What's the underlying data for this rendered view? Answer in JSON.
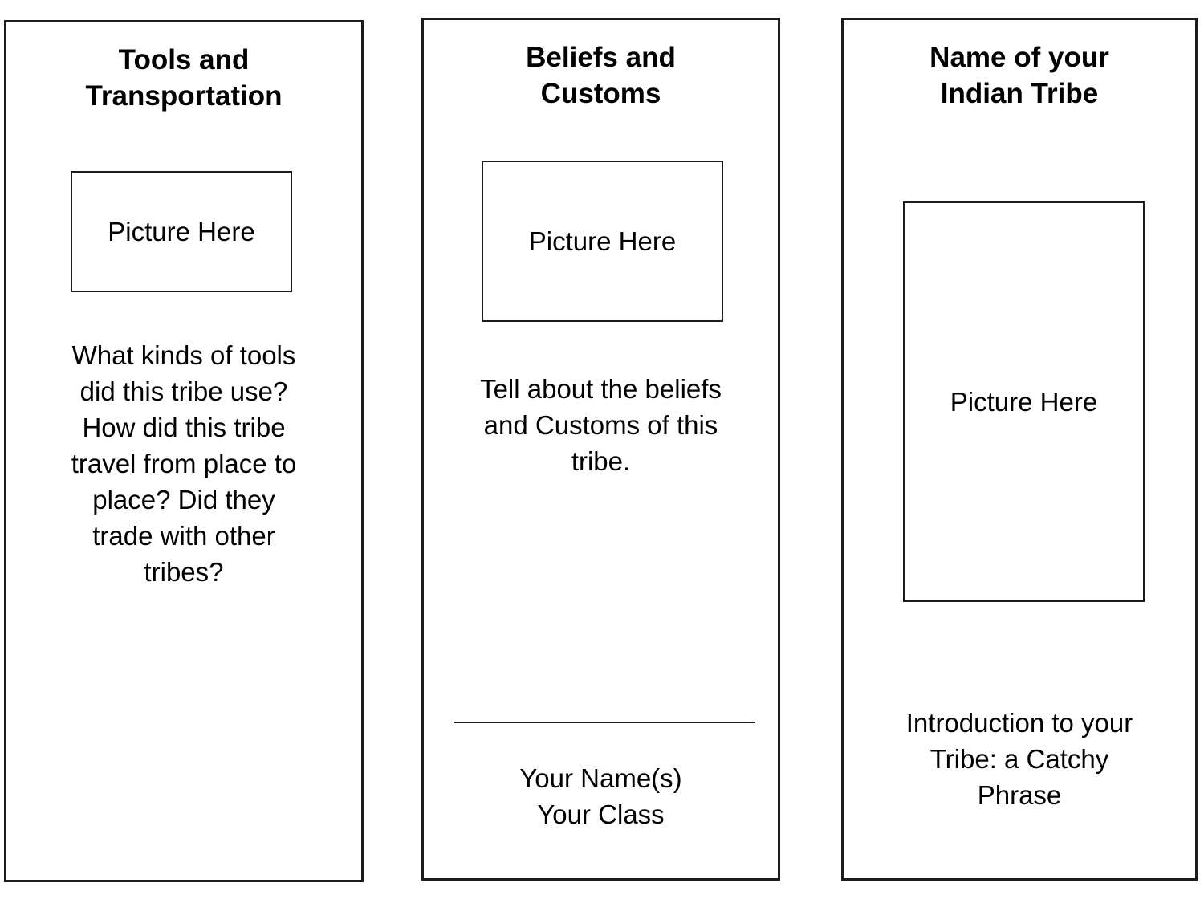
{
  "page": {
    "background_color": "#ffffff",
    "border_color": "#1c1c1c",
    "text_color": "#000000"
  },
  "panels": {
    "tools_transportation": {
      "title": [
        "Tools and",
        "Transportation"
      ],
      "picture_placeholder": "Picture Here",
      "body": [
        "What kinds of tools",
        "did this tribe use?",
        "How did this tribe",
        "travel from place to",
        "place? Did they",
        "trade with other",
        "tribes?"
      ]
    },
    "beliefs_customs": {
      "title": [
        "Beliefs and",
        "Customs"
      ],
      "picture_placeholder": "Picture Here",
      "body": [
        "Tell about the beliefs",
        "and Customs of this",
        "tribe."
      ],
      "name_block": [
        "Your Name(s)",
        "Your Class"
      ]
    },
    "tribe_name": {
      "title": [
        "Name of your",
        "Indian Tribe"
      ],
      "picture_placeholder": "Picture Here",
      "body": [
        "Introduction to your",
        "Tribe: a Catchy",
        "Phrase"
      ]
    }
  }
}
